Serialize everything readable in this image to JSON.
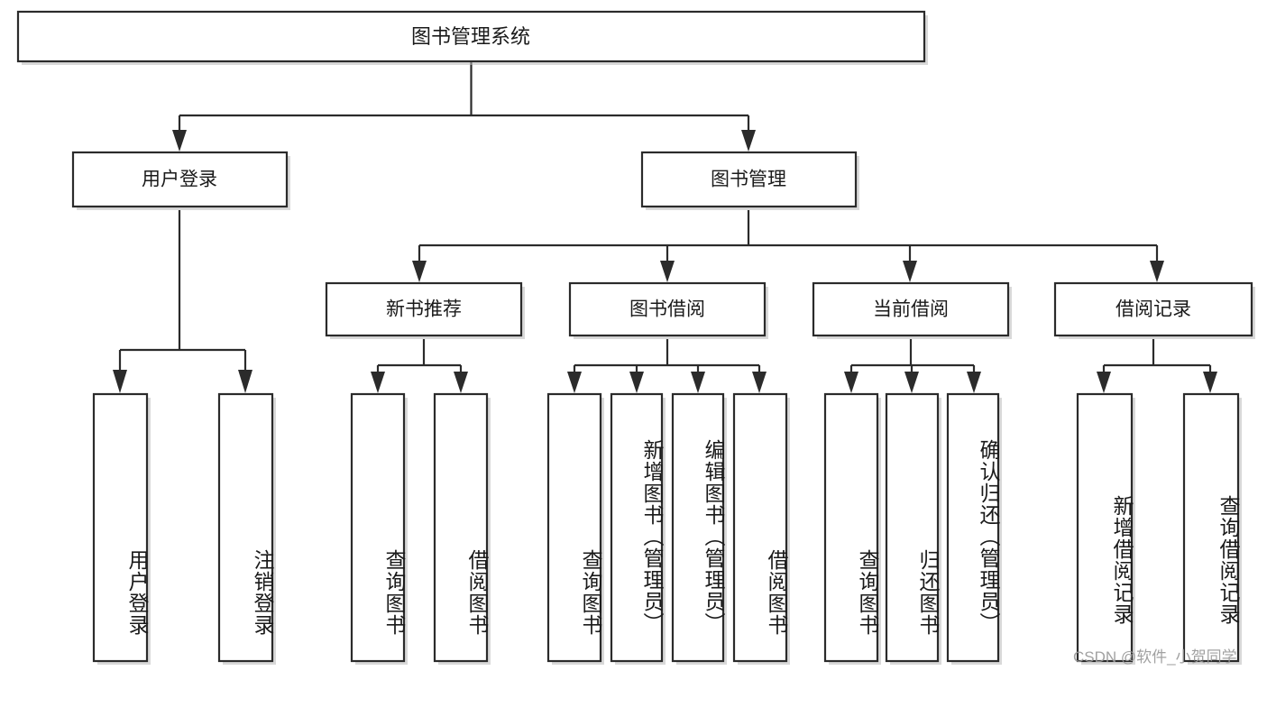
{
  "diagram": {
    "type": "tree-hierarchy",
    "title": "图书管理系统",
    "root": {
      "id": "root",
      "label": "图书管理系统"
    },
    "level2": [
      {
        "id": "user-login",
        "label": "用户登录"
      },
      {
        "id": "book-manage",
        "label": "图书管理"
      }
    ],
    "level3": [
      {
        "id": "new-book-recommend",
        "label": "新书推荐",
        "parent": "book-manage"
      },
      {
        "id": "book-borrow",
        "label": "图书借阅",
        "parent": "book-manage"
      },
      {
        "id": "current-borrow",
        "label": "当前借阅",
        "parent": "book-manage"
      },
      {
        "id": "borrow-record",
        "label": "借阅记录",
        "parent": "book-manage"
      }
    ],
    "leaves": [
      {
        "id": "leaf-user-login",
        "label": "用户登录",
        "parent": "user-login"
      },
      {
        "id": "leaf-logout",
        "label": "注销登录",
        "parent": "user-login"
      },
      {
        "id": "leaf-query-book-1",
        "label": "查询图书",
        "parent": "new-book-recommend"
      },
      {
        "id": "leaf-borrow-book-1",
        "label": "借阅图书",
        "parent": "new-book-recommend"
      },
      {
        "id": "leaf-query-book-2",
        "label": "查询图书",
        "parent": "book-borrow"
      },
      {
        "id": "leaf-add-book",
        "label": "新增图书（管理员）",
        "parent": "book-borrow"
      },
      {
        "id": "leaf-edit-book",
        "label": "编辑图书（管理员）",
        "parent": "book-borrow"
      },
      {
        "id": "leaf-borrow-book-2",
        "label": "借阅图书",
        "parent": "book-borrow"
      },
      {
        "id": "leaf-query-book-3",
        "label": "查询图书",
        "parent": "current-borrow"
      },
      {
        "id": "leaf-return-book",
        "label": "归还图书",
        "parent": "current-borrow"
      },
      {
        "id": "leaf-confirm-return",
        "label": "确认归还（管理员）",
        "parent": "current-borrow"
      },
      {
        "id": "leaf-add-record",
        "label": "新增借阅记录",
        "parent": "borrow-record"
      },
      {
        "id": "leaf-query-record",
        "label": "查询借阅记录",
        "parent": "borrow-record"
      }
    ]
  },
  "watermark": {
    "text": "CSDN @软件_小贺同学"
  },
  "colors": {
    "background": "#ffffff",
    "box_fill": "#ffffff",
    "box_stroke": "#2b2b2b",
    "connector": "#2b2b2b",
    "text": "#1a1a1a",
    "watermark": "#9a9a9a"
  }
}
